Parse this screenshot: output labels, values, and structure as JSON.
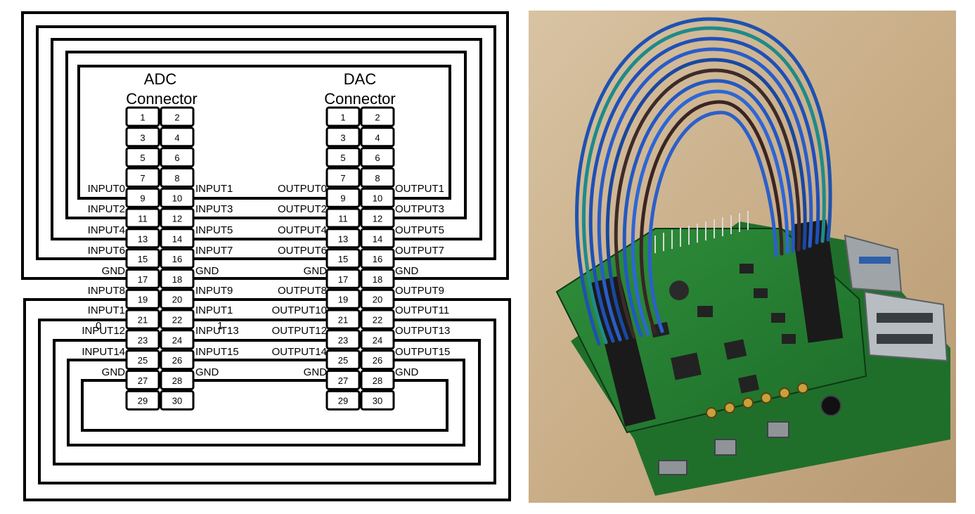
{
  "diagram": {
    "adc_title_line1": "ADC",
    "adc_title_line2": "Connector",
    "dac_title_line1": "DAC",
    "dac_title_line2": "Connector",
    "pins": [
      [
        "1",
        "2"
      ],
      [
        "3",
        "4"
      ],
      [
        "5",
        "6"
      ],
      [
        "7",
        "8"
      ],
      [
        "9",
        "10"
      ],
      [
        "11",
        "12"
      ],
      [
        "13",
        "14"
      ],
      [
        "15",
        "16"
      ],
      [
        "17",
        "18"
      ],
      [
        "19",
        "20"
      ],
      [
        "21",
        "22"
      ],
      [
        "23",
        "24"
      ],
      [
        "25",
        "26"
      ],
      [
        "27",
        "28"
      ],
      [
        "29",
        "30"
      ]
    ],
    "adc_left_labels": [
      "INPUT0",
      "INPUT2",
      "INPUT4",
      "INPUT6",
      "GND",
      "INPUT8",
      "INPUT1",
      "INPUT12",
      "INPUT14",
      "GND"
    ],
    "adc_right_labels": [
      "INPUT1",
      "INPUT3",
      "INPUT5",
      "INPUT7",
      "GND",
      "INPUT9",
      "INPUT1",
      "INPUT13",
      "INPUT15",
      "GND"
    ],
    "dac_left_labels": [
      "OUTPUT0",
      "OUTPUT2",
      "OUTPUT4",
      "OUTPUT6",
      "GND",
      "OUTPUT8",
      "OUTPUT10",
      "OUTPUT12",
      "OUTPUT14",
      "GND"
    ],
    "dac_right_labels": [
      "OUTPUT1",
      "OUTPUT3",
      "OUTPUT5",
      "OUTPUT7",
      "GND",
      "OUTPUT9",
      "OUTPUT11",
      "OUTPUT13",
      "OUTPUT15",
      "GND"
    ],
    "overlap_digit_left": "0",
    "overlap_digit_right": "1"
  },
  "photo": {
    "description": "wired-board-photo"
  }
}
